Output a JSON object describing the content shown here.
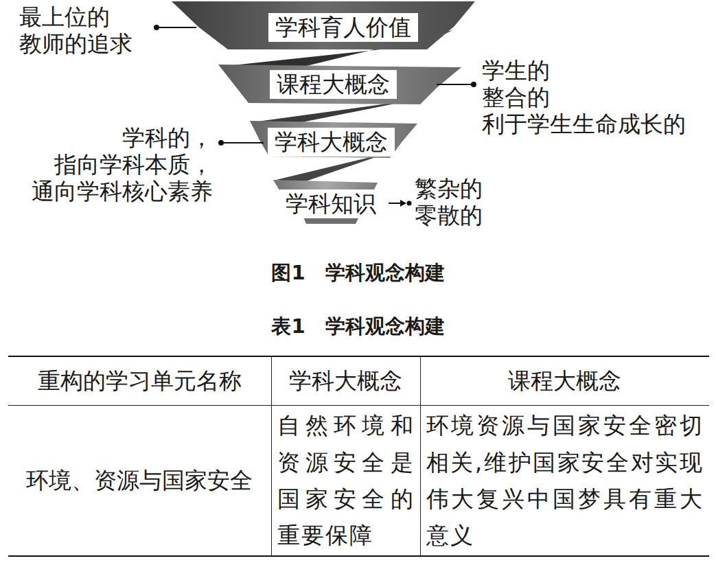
{
  "diagram": {
    "caption": "图1　学科观念构建",
    "nodes": [
      {
        "text": [
          "学科育人价值"
        ]
      },
      {
        "text": [
          "课程大概念"
        ]
      },
      {
        "text": [
          "学科大概念"
        ]
      },
      {
        "text": [
          "学科知识"
        ]
      }
    ],
    "labels": [
      "最上位的 教师的追求",
      "学生的 整合的 利于学生生命成长的",
      "学科的， 指向学科本质， 通向学科核心素养",
      "繁杂的 零散的",
      "表1　学科观念构建",
      "重构的学习单元名称",
      "学科大概念",
      "课程大概念",
      "环境、资源与国家安全",
      "自然环境和资源安全是国家安全的重要保障",
      "环境资源与国家安全密切相关,维护国家安全对实现伟大复兴中国梦具有重大意义"
    ]
  }
}
